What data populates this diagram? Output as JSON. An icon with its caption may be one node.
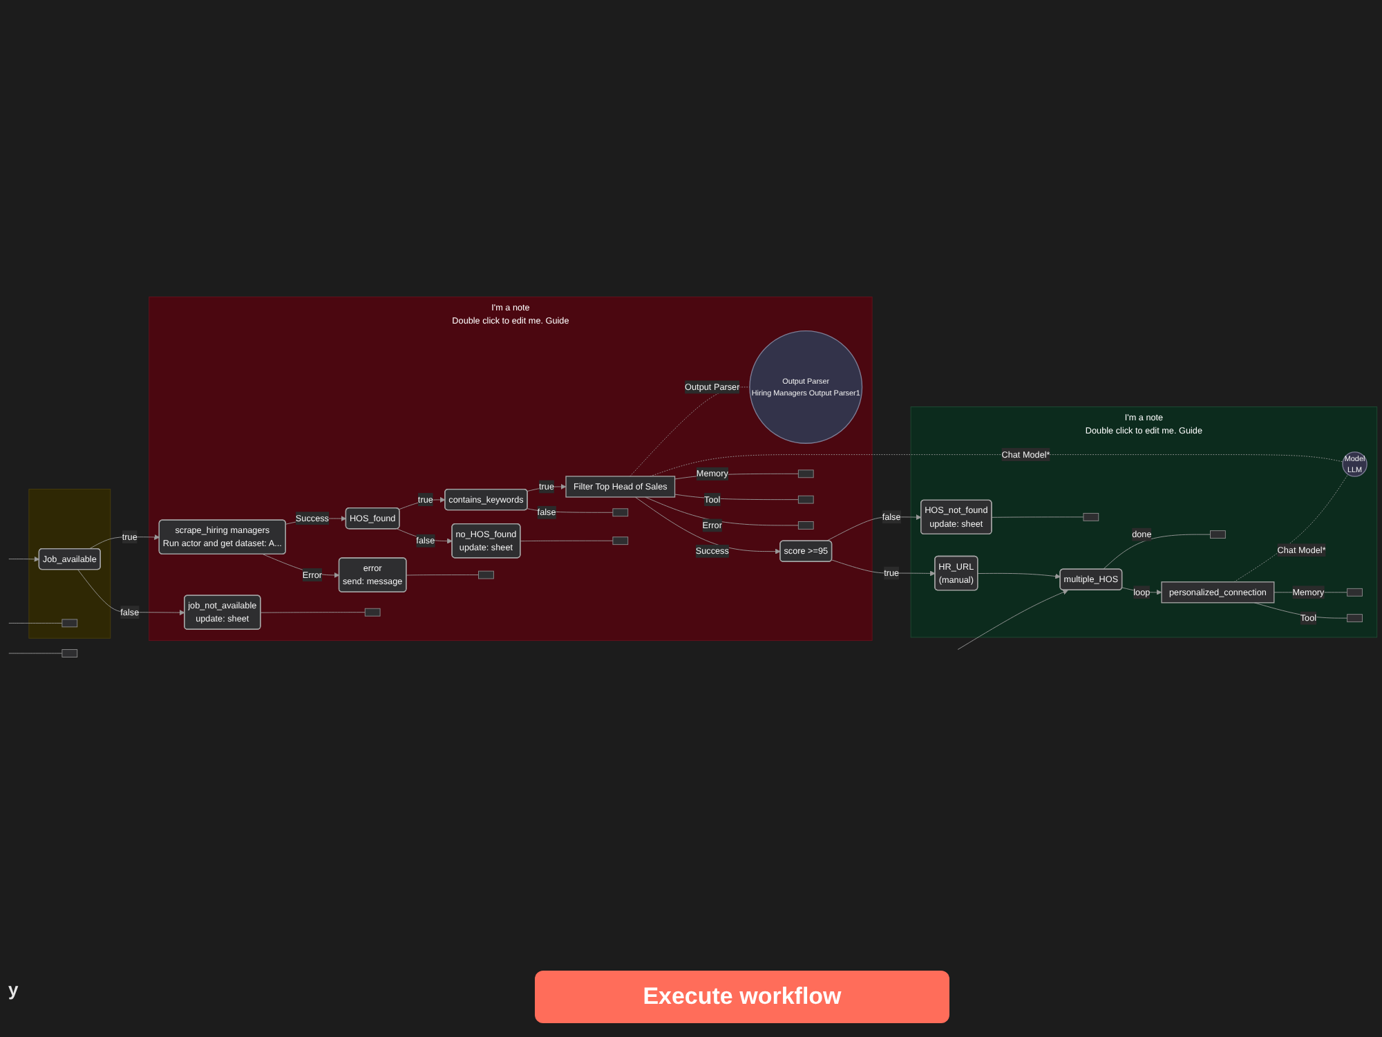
{
  "diagram": {
    "nodes": [
      {
        "text": [],
        "shape": "box"
      },
      {
        "text": [
          "Job_available"
        ],
        "in": 0
      },
      {
        "text": [
          "I'm a note",
          "Double click to edit me. Guide"
        ]
      },
      {
        "text": [
          "scrape_hiring managers",
          "Run actor and get dataset: A..."
        ],
        "in": 2
      },
      {
        "text": [
          "job_not_available",
          "update: sheet"
        ],
        "in": 2
      },
      {
        "text": [
          "HOS_found"
        ],
        "in": 2
      },
      {
        "text": [
          "error",
          "send: message"
        ],
        "in": 2
      },
      {
        "text": [
          "contains_keywords"
        ],
        "in": 2
      },
      {
        "text": [
          "no_HOS_found",
          "update: sheet"
        ],
        "in": 2
      },
      {
        "text": [
          "Filter Top Head of Sales"
        ],
        "in": 2
      },
      {
        "text": [
          "Output Parser",
          "Hiring Managers Output Parser1"
        ],
        "in": 2
      },
      {
        "text": [
          "score >=95"
        ],
        "in": 2
      },
      {
        "text": [
          "I'm a note",
          "Double click to edit me. Guide"
        ]
      },
      {
        "text": [
          "HR_URL",
          "(manual)"
        ],
        "in": 12
      },
      {
        "text": [
          "HOS_not_found",
          "update: sheet"
        ],
        "in": 12
      },
      {
        "text": [
          "multiple_HOS"
        ],
        "in": 12
      },
      {
        "text": [
          "personalized_connection"
        ],
        "in": 12
      },
      {
        "text": [
          "Model",
          "LLM"
        ],
        "in": 12
      },
      {
        "text": [],
        "shape": "box",
        "in": 0
      },
      {
        "text": [],
        "shape": "box"
      },
      {
        "text": [],
        "shape": "box",
        "in": 2
      },
      {
        "text": [],
        "shape": "box",
        "in": 2
      },
      {
        "text": [],
        "shape": "box",
        "in": 2
      },
      {
        "text": [],
        "shape": "box",
        "in": 2
      },
      {
        "text": [],
        "shape": "box",
        "in": 2
      },
      {
        "text": [],
        "shape": "box",
        "in": 2
      },
      {
        "text": [],
        "shape": "box",
        "in": 2
      },
      {
        "text": [],
        "shape": "box",
        "in": 12
      },
      {
        "text": [],
        "shape": "box",
        "in": 12
      },
      {
        "text": [],
        "shape": "box",
        "in": 12
      },
      {
        "text": [],
        "shape": "box",
        "in": 12
      }
    ],
    "edges": [
      {
        "from": null,
        "to": 1,
        "arrow": "to"
      },
      {
        "from": 1,
        "to": 3,
        "arrow": "to",
        "label": "true"
      },
      {
        "from": 1,
        "to": 4,
        "arrow": "to",
        "label": "false"
      },
      {
        "from": null,
        "to": 18,
        "arrow": "none"
      },
      {
        "from": null,
        "to": 19,
        "arrow": "none"
      },
      {
        "from": 3,
        "to": 5,
        "arrow": "to",
        "label": "Success"
      },
      {
        "from": 3,
        "to": 6,
        "arrow": "to",
        "label": "Error"
      },
      {
        "from": 4,
        "to": 20,
        "arrow": "none"
      },
      {
        "from": 5,
        "to": 7,
        "arrow": "to",
        "label": "true"
      },
      {
        "from": 5,
        "to": 8,
        "arrow": "to",
        "label": "false"
      },
      {
        "from": 6,
        "to": 21,
        "arrow": "none"
      },
      {
        "from": 7,
        "to": 9,
        "arrow": "to",
        "label": "true"
      },
      {
        "from": 7,
        "to": 22,
        "arrow": "none",
        "label": "false"
      },
      {
        "from": 8,
        "to": 23,
        "arrow": "none"
      },
      {
        "from": 9,
        "to": 11,
        "arrow": "to",
        "label": "Success"
      },
      {
        "from": 9,
        "to": 26,
        "arrow": "none",
        "label": "Error"
      },
      {
        "from": 9,
        "to": 17,
        "arrow": "none",
        "style": "dashed",
        "label": "Chat Model*"
      },
      {
        "from": 9,
        "to": 24,
        "arrow": "none",
        "label": "Memory"
      },
      {
        "from": 9,
        "to": 25,
        "arrow": "none",
        "label": "Tool"
      },
      {
        "from": 9,
        "to": 10,
        "arrow": "none",
        "style": "dashed",
        "label": "Output Parser"
      },
      {
        "from": 11,
        "to": 13,
        "arrow": "to",
        "label": "true"
      },
      {
        "from": 11,
        "to": 14,
        "arrow": "to",
        "label": "false"
      },
      {
        "from": 14,
        "to": 27,
        "arrow": "none"
      },
      {
        "from": 13,
        "to": 15,
        "arrow": "to"
      },
      {
        "from": 15,
        "to": 28,
        "arrow": "none",
        "label": "done"
      },
      {
        "from": 15,
        "to": 16,
        "arrow": "to",
        "label": "loop"
      },
      {
        "from": null,
        "to": 15,
        "arrow": "to"
      },
      {
        "from": 16,
        "to": 17,
        "arrow": "none",
        "style": "dashed",
        "label": "Chat Model*"
      },
      {
        "from": 16,
        "to": 29,
        "arrow": "none",
        "label": "Memory"
      },
      {
        "from": 16,
        "to": 30,
        "arrow": "none",
        "label": "Tool"
      }
    ],
    "labels": [
      "y",
      "Execute workflow"
    ]
  }
}
